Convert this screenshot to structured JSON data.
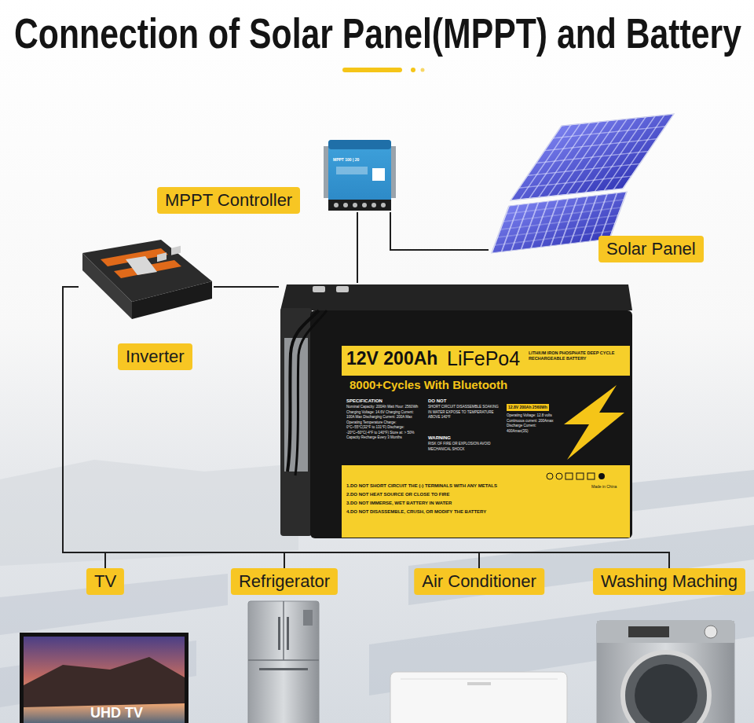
{
  "diagram": {
    "title": "Connection of Solar Panel(MPPT) and Battery",
    "nodes": [
      {
        "text": [
          "MPPT Controller",
          "MPPT 100 | 20"
        ]
      },
      {
        "text": [
          "Solar Panel"
        ]
      },
      {
        "text": [
          "Inverter"
        ]
      },
      {
        "text": [
          "12V 200Ah",
          "LiFePo4",
          "LITHIUM IRON PHOSPHATE DEEP CYCLE RECHARGEABLE BATTERY",
          "8000+Cycles With Bluetooth",
          "SPECIFICATION",
          "Nominal Capacity: 200Ah Watt Hour: 2560Wh Charging Voltage: 14.6V Charging Current: 100A Max Discharging Current: 200A Max Operating Temperature Charge: 0°C~55°C(32°F to 131°F) Discharge: -20°C~60°C(-4°F to 140°F) Store at: > 50% Capacity Recharge Every 3 Months",
          "DO NOT",
          "SHORT CIRCUIT DISASSEMBLE SOAKING IN WATER EXPOSE TO TEMPERATURE ABOVE 140°F",
          "WARNING",
          "RISK OF FIRE OR EXPLOSION AVOID MECHANICAL SHOCK",
          "12.8V 200Ah 2560Wh",
          "Operating Voltage: 12.8 volts Continuous current: 200Amax Discharge Current: 400Amax(3S)",
          "1.DO NOT SHORT CIRCUIT THE (-) TERMINALS WITH ANY METALS",
          "2.DO NOT HEAT SOURCE OR CLOSE TO FIRE",
          "3.DO NOT IMMERSE, WET BATTERY IN WATER",
          "4.DO NOT DISASSEMBLE, CRUSH, OR MODIFY THE BATTERY",
          "Made in China"
        ]
      },
      {
        "text": [
          "TV",
          "UHD TV"
        ]
      },
      {
        "text": [
          "Refrigerator"
        ]
      },
      {
        "text": [
          "Air Conditioner"
        ]
      },
      {
        "text": [
          "Washing Maching"
        ]
      }
    ],
    "edges": [
      {
        "from": 0,
        "to": 3,
        "arrow": "none"
      },
      {
        "from": 1,
        "to": 0,
        "arrow": "none"
      },
      {
        "from": 2,
        "to": 3,
        "arrow": "none"
      },
      {
        "from": 2,
        "to": 4,
        "arrow": "none"
      },
      {
        "from": 2,
        "to": 5,
        "arrow": "none"
      },
      {
        "from": 2,
        "to": 6,
        "arrow": "none"
      },
      {
        "from": 2,
        "to": 7,
        "arrow": "none"
      }
    ]
  }
}
